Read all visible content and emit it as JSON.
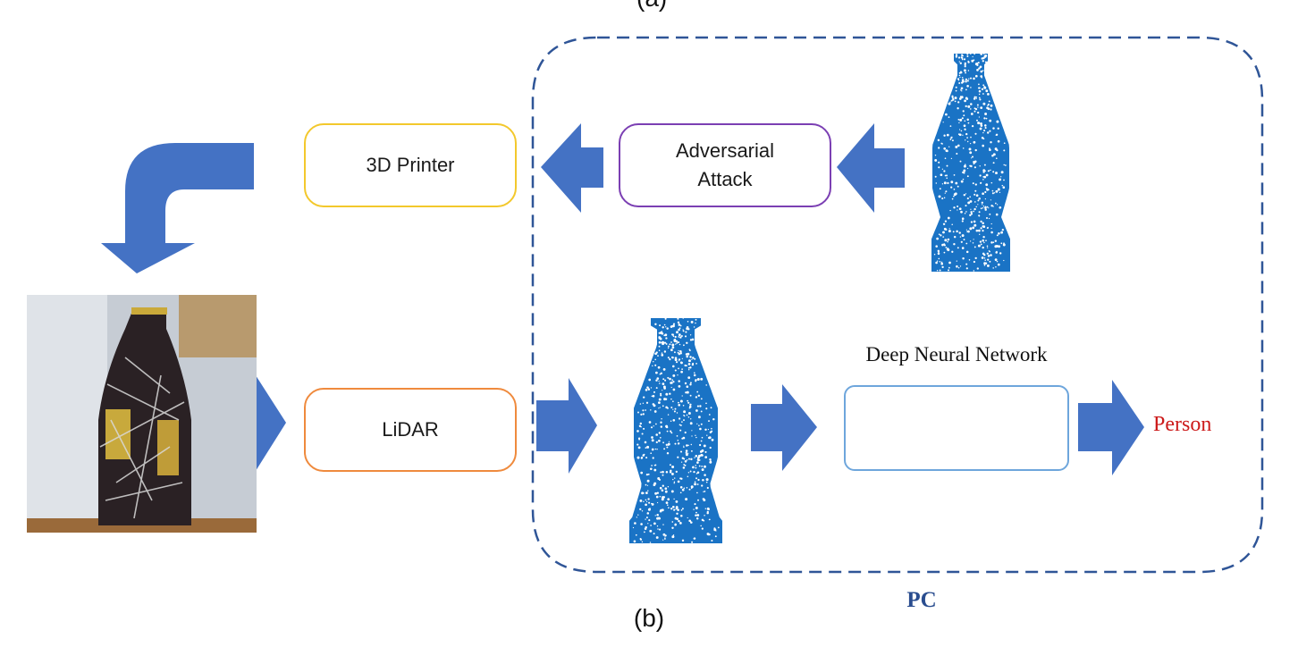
{
  "figure": {
    "top_cut_caption": "(a)",
    "caption": "(b)",
    "pc_label": "PC",
    "boxes": {
      "printer": "3D Printer",
      "attack": "Adversarial\nAttack",
      "lidar": "LiDAR"
    },
    "network_label": "Deep Neural Network",
    "output_label": "Person"
  },
  "colors": {
    "arrow": "#4472c4",
    "points": "#1a73c5",
    "pc_border": "#2f5597",
    "printer_border": "#f3c82c",
    "attack_border": "#7b3fb3",
    "lidar_border": "#ef8a3d",
    "network_border": "#6ea6dc",
    "output_text": "#cc1a1a"
  }
}
